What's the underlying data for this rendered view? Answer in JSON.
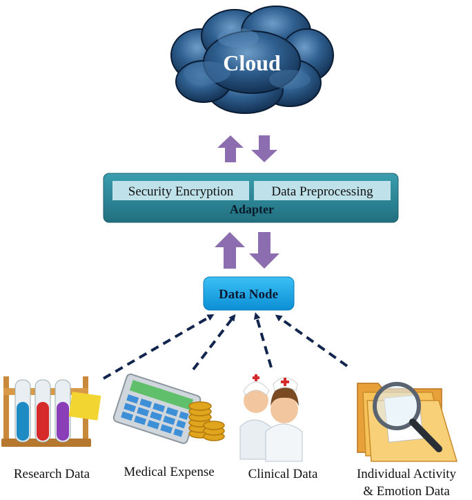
{
  "cloud": {
    "label": "Cloud"
  },
  "adapter": {
    "title": "Adapter",
    "modules": [
      "Security Encryption",
      "Data Preprocessing"
    ]
  },
  "data_node": {
    "label": "Data Node"
  },
  "sources": [
    {
      "label": "Research Data",
      "icon": "test-tubes-icon"
    },
    {
      "label": "Medical Expense",
      "icon": "calculator-coins-icon"
    },
    {
      "label": "Clinical Data",
      "icon": "doctor-nurse-icon"
    },
    {
      "label_line1": "Individual Activity",
      "label_line2": "& Emotion Data",
      "icon": "folder-magnifier-icon"
    }
  ],
  "colors": {
    "cloud": "#1f4a78",
    "adapter": "#2f8a9a",
    "module_bg": "#bfe2ea",
    "data_node": "#19a8ea",
    "arrow": "#8c6eb0",
    "dashed_arrow": "#12254f"
  }
}
